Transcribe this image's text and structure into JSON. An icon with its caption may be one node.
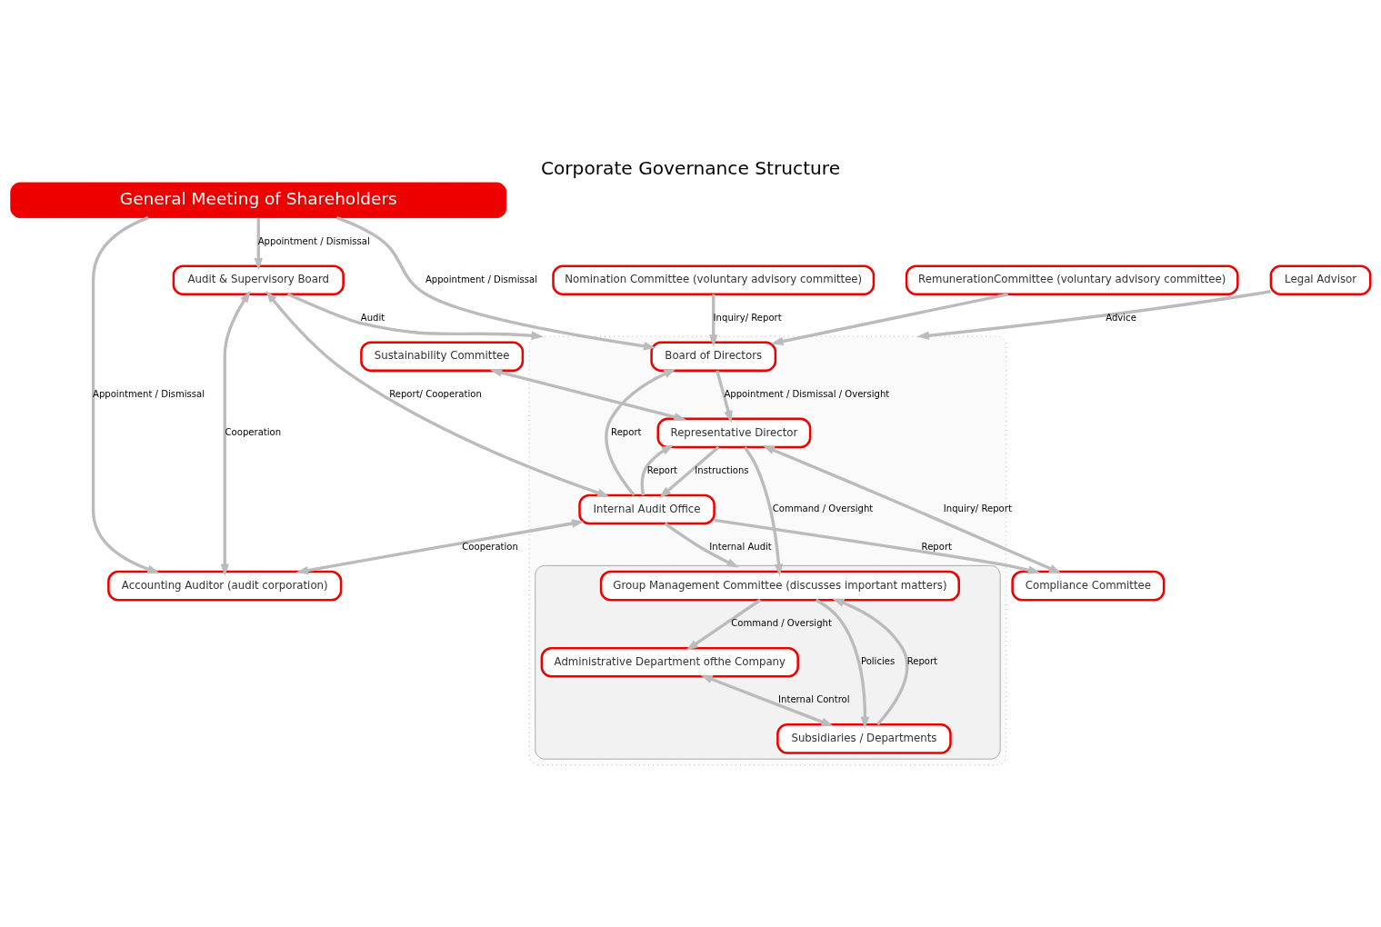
{
  "diagram": {
    "title": "Corporate Governance Structure",
    "nodes": [
      {
        "text": [
          "General Meeting of Shareholders"
        ]
      },
      {
        "text": [
          "Nomination Committee (voluntary advisory committee)"
        ]
      },
      {
        "text": [
          "RemunerationCommittee (voluntary advisory committee)"
        ]
      },
      {
        "text": [],
        "shape": "box"
      },
      {
        "text": [
          "Board of Directors"
        ],
        "in": 3
      },
      {
        "text": [
          "Audit & Supervisory Board"
        ]
      },
      {
        "text": [
          "Accounting Auditor (audit corporation)"
        ]
      },
      {
        "text": [
          "Representative Director"
        ],
        "in": 3
      },
      {
        "text": [
          "Internal Audit Office"
        ],
        "in": 3
      },
      {
        "text": [
          "Compliance Committee"
        ]
      },
      {
        "text": [
          "Sustainability Committee"
        ]
      },
      {
        "text": [],
        "shape": "box",
        "in": 3
      },
      {
        "text": [
          "Group Management Committee (discusses important matters)"
        ],
        "in": 11
      },
      {
        "text": [
          "Administrative Department ofthe Company"
        ],
        "in": 11
      },
      {
        "text": [
          "Subsidiaries / Departments"
        ],
        "in": 11
      },
      {
        "text": [
          "Legal Advisor"
        ]
      }
    ],
    "edges": [
      {
        "from": 0,
        "to": 4,
        "arrow": "to",
        "label": "Appointment / Dismissal"
      },
      {
        "from": 0,
        "to": 5,
        "arrow": "to",
        "label": "Appointment / Dismissal"
      },
      {
        "from": 0,
        "to": 6,
        "arrow": "to",
        "label": "Appointment / Dismissal"
      },
      {
        "from": 1,
        "to": 4,
        "arrow": "to",
        "label": "Inquiry/ Report"
      },
      {
        "from": 2,
        "to": 4,
        "arrow": "to"
      },
      {
        "from": 5,
        "to": 3,
        "arrow": "to",
        "label": "Audit"
      },
      {
        "from": 5,
        "to": 6,
        "arrow": "both",
        "label": "Cooperation"
      },
      {
        "from": 4,
        "to": 7,
        "arrow": "to",
        "label": "Appointment / Dismissal / Oversight"
      },
      {
        "from": 8,
        "to": 4,
        "arrow": "to",
        "label": "Report"
      },
      {
        "from": 5,
        "to": 8,
        "arrow": "both",
        "label": "Report/ Cooperation"
      },
      {
        "from": 7,
        "to": 8,
        "arrow": "to",
        "label": "Instructions"
      },
      {
        "from": 8,
        "to": 7,
        "arrow": "to",
        "label": "Report"
      },
      {
        "from": 8,
        "to": 6,
        "arrow": "both",
        "label": "Cooperation"
      },
      {
        "from": 9,
        "to": 7,
        "arrow": "both",
        "label": "Inquiry/ Report"
      },
      {
        "from": 10,
        "to": 7,
        "arrow": "both"
      },
      {
        "from": 7,
        "to": 12,
        "arrow": "to",
        "label": "Command / Oversight"
      },
      {
        "from": 8,
        "to": 9,
        "arrow": "to",
        "label": "Report"
      },
      {
        "from": 8,
        "to": 11,
        "arrow": "to",
        "label": "Internal Audit"
      },
      {
        "from": 12,
        "to": 14,
        "arrow": "to",
        "label": "Policies"
      },
      {
        "from": 14,
        "to": 12,
        "arrow": "to",
        "label": "Report"
      },
      {
        "from": 12,
        "to": 13,
        "arrow": "to",
        "label": "Command / Oversight"
      },
      {
        "from": 13,
        "to": 14,
        "arrow": "both",
        "label": "Internal Control"
      },
      {
        "from": 15,
        "to": 3,
        "arrow": "to",
        "label": "Advice"
      }
    ]
  }
}
